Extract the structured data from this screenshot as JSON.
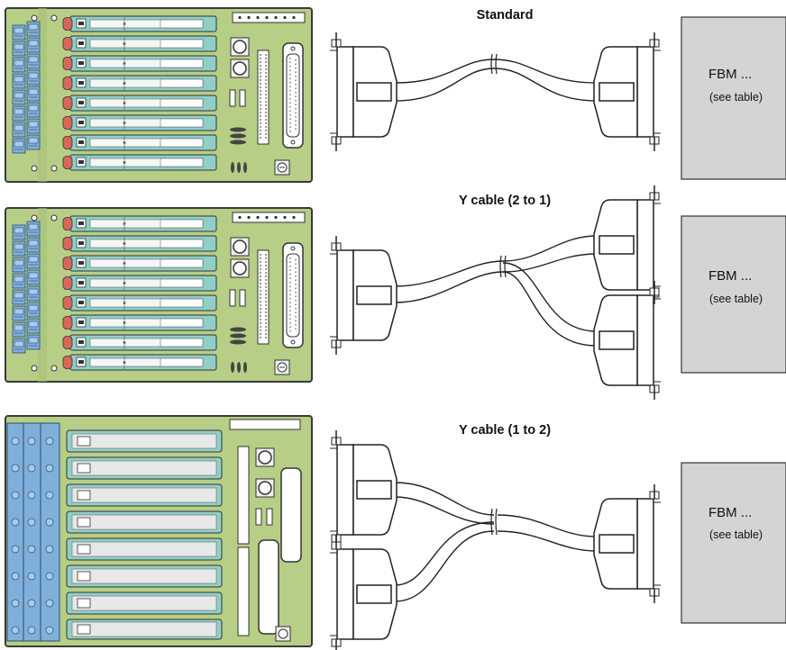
{
  "sections": [
    {
      "title": "Standard",
      "fbm_label": "FBM ...",
      "fbm_note": "(see table)"
    },
    {
      "title": "Y cable (2 to 1)",
      "fbm_label": "FBM ...",
      "fbm_note": "(see table)"
    },
    {
      "title": "Y cable (1 to 2)",
      "fbm_label": "FBM ...",
      "fbm_note": "(see table)"
    }
  ],
  "colors": {
    "board": "#b7ce86",
    "board_edge": "#3a3a3a",
    "module": "#8fcfc7",
    "module_latch": "#d9665a",
    "terminal": "#7fb0dc",
    "fbm_box": "#d4d4d4",
    "cable": "#222222"
  },
  "icons": [
    "termination-assembly",
    "cable-connector",
    "fbm-box"
  ]
}
